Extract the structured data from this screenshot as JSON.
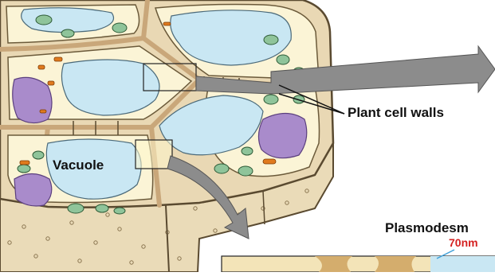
{
  "labels": {
    "plant_cell_walls": "Plant cell walls",
    "vacuole": "Vacuole",
    "plasmodesm": "Plasmodesm",
    "scale": "70nm"
  },
  "colors": {
    "cell_wall": "#e9d8b4",
    "cell_wall_edge": "#6b5a3a",
    "middle_lamella": "#c9a77a",
    "cytoplasm": "#fbf4d6",
    "vacuole": "#c9e7f3",
    "nucleus": "#a98bcb",
    "chloroplast": "#8fc49a",
    "mitochondrion": "#e07a1e",
    "arrow": "#8c8c8c",
    "inset_box": "#fff8cc",
    "scale_text": "#d42121",
    "scale_bar": "#3fa0d9"
  }
}
